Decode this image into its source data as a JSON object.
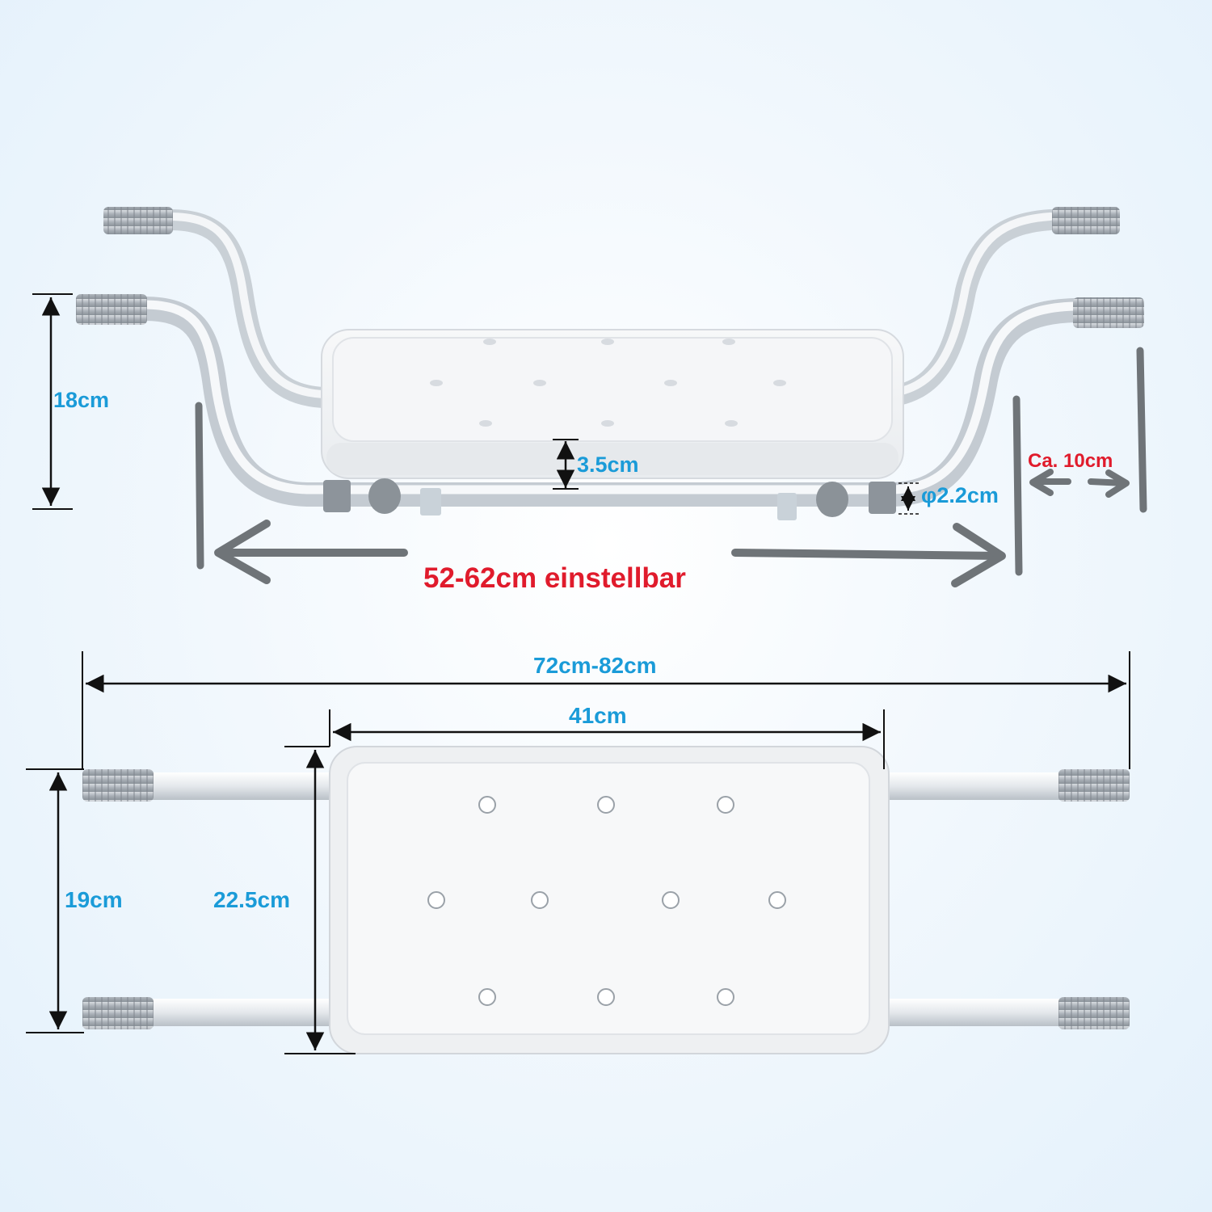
{
  "colors": {
    "dimension_text": "#1a9bd8",
    "adjustable_text": "#e01b2c",
    "arrow_gray": "#6f7478",
    "line_black": "#111111"
  },
  "side_view": {
    "leg_height": "18cm",
    "seat_thickness": "3.5cm",
    "tube_diameter": "φ2.2cm",
    "edge_offset": "Ca. 10cm",
    "adjustable_width": "52-62cm einstellbar"
  },
  "top_view": {
    "overall_length": "72cm-82cm",
    "seat_length": "41cm",
    "tube_spacing": "19cm",
    "seat_width": "22.5cm"
  }
}
